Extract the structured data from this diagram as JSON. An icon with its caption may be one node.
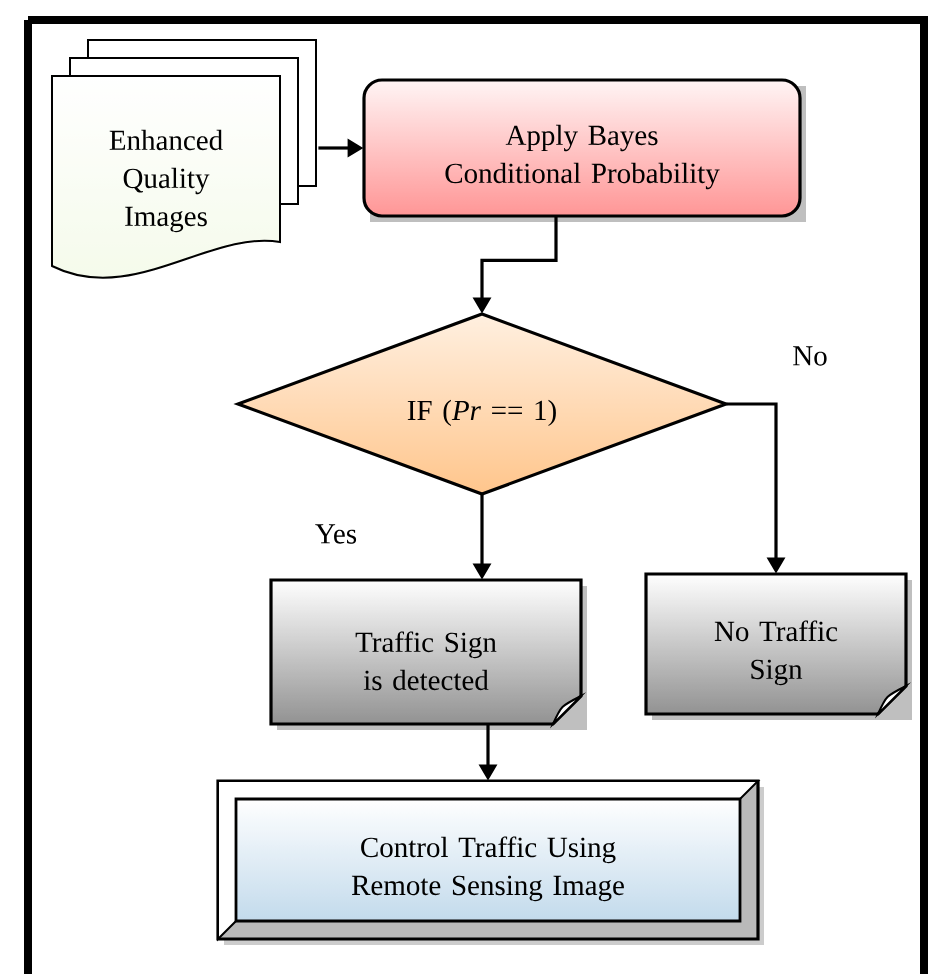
{
  "diagram": {
    "nodes": [
      {
        "text": [
          "Enhanced Quality Images"
        ]
      },
      {
        "text": [
          "Apply Bayes Conditional Probability"
        ]
      },
      {
        "text": [
          "IF (*Pr* == 1)"
        ]
      },
      {
        "text": [
          "Traffic Sign is detected"
        ]
      },
      {
        "text": [
          "No Traffic Sign"
        ]
      },
      {
        "text": [
          "Control Traffic Using Remote Sensing Image"
        ]
      }
    ],
    "edges": [
      {
        "from": 0,
        "to": 1,
        "arrow": "to"
      },
      {
        "from": 1,
        "to": 2,
        "arrow": "to"
      },
      {
        "from": 2,
        "to": 3,
        "arrow": "to",
        "label": "Yes"
      },
      {
        "from": 2,
        "to": 4,
        "arrow": "to",
        "label": "No"
      },
      {
        "from": 3,
        "to": 5,
        "arrow": "to"
      }
    ]
  }
}
